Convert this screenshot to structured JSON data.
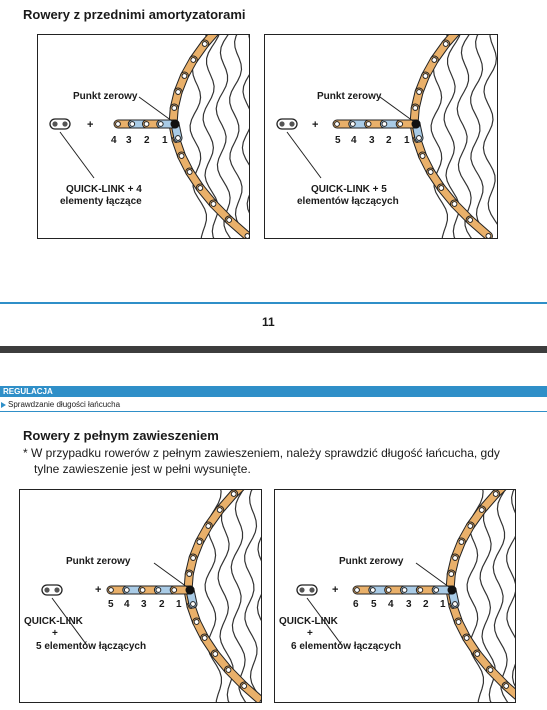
{
  "page": {
    "top_heading": "Rowery z przednimi amortyzatorami",
    "page_number": "11",
    "section_label": "REGULACJA",
    "breadcrumb": "Sprawdzanie długości łańcucha",
    "second_heading": "Rowery z pełnym zawieszeniem",
    "note_line1": "* W przypadku rowerów z pełnym zawieszeniem, należy sprawdzić długość łańcucha, gdy",
    "note_line2": "tylne zawieszenie jest w pełni wysunięte."
  },
  "diagrams": [
    {
      "zero_label": "Punkt zerowy",
      "plus": "+",
      "numbers": [
        "4",
        "3",
        "2",
        "1"
      ],
      "caption_line1": "QUICK-LINK + 4",
      "caption_line2": "elementy łączące"
    },
    {
      "zero_label": "Punkt zerowy",
      "plus": "+",
      "numbers": [
        "5",
        "4",
        "3",
        "2",
        "1"
      ],
      "caption_line1": "QUICK-LINK + 5",
      "caption_line2": "elementów łączących"
    },
    {
      "zero_label": "Punkt zerowy",
      "plus": "+",
      "numbers": [
        "5",
        "4",
        "3",
        "2",
        "1"
      ],
      "caption_line1": "QUICK-LINK",
      "caption_line2": "+",
      "caption_line3": "5 elementów łączących"
    },
    {
      "zero_label": "Punkt zerowy",
      "plus": "+",
      "numbers": [
        "6",
        "5",
        "4",
        "3",
        "2",
        "1"
      ],
      "caption_line1": "QUICK-LINK",
      "caption_line2": "+",
      "caption_line3": "6 elementów łączących"
    }
  ],
  "colors": {
    "accent_blue": "#2f8fc8",
    "chain_gold": "#e9b06a",
    "chain_link_blue": "#a9cbe6",
    "dark_band": "#3d3d3d"
  }
}
